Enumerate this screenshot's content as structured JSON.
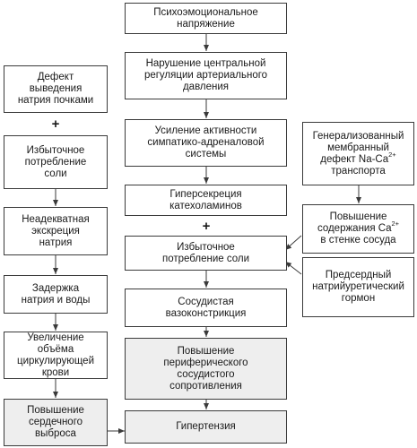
{
  "boxes": {
    "psycho": "Психоэмоциональное\nнапряжение",
    "central": "Нарушение центральной\nрегуляции артериального\nдавления",
    "sympath": "Усиление активности\nсимпатико-адреналовой\nсистемы",
    "hypersec": "Гиперсекреция\nкатехоламинов",
    "salt_mid": "Избыточное\nпотребление соли",
    "vasocon": "Сосудистая\nвазоконстрикция",
    "periph": "Повышение\nпериферического\nсосудистого\nсопротивления",
    "hypert": "Гипертензия",
    "defect_na": "Дефект\nвыведения\nнатрия почками",
    "salt_left": "Избыточное\nпотребление\nсоли",
    "inadequate": "Неадекватная\nэкскреция\nнатрия",
    "retention": "Задержка\nнатрия и воды",
    "volume": "Увеличение объёма\nциркулирующей\nкрови",
    "cardiac": "Повышение\nсердечного\nвыброса",
    "membrane_pre": "Генерализованный\nмембранный\nдефект Na-Ca",
    "membrane_sup": "2+",
    "membrane_post": "\nтранспорта",
    "ca_pre": "Повышение\nсодержания Ca",
    "ca_sup": "2+",
    "ca_post": "\nв стенке сосуда",
    "atrial": "Предсердный\nнатрийуретический\nгормон"
  },
  "plus_sign": "+"
}
